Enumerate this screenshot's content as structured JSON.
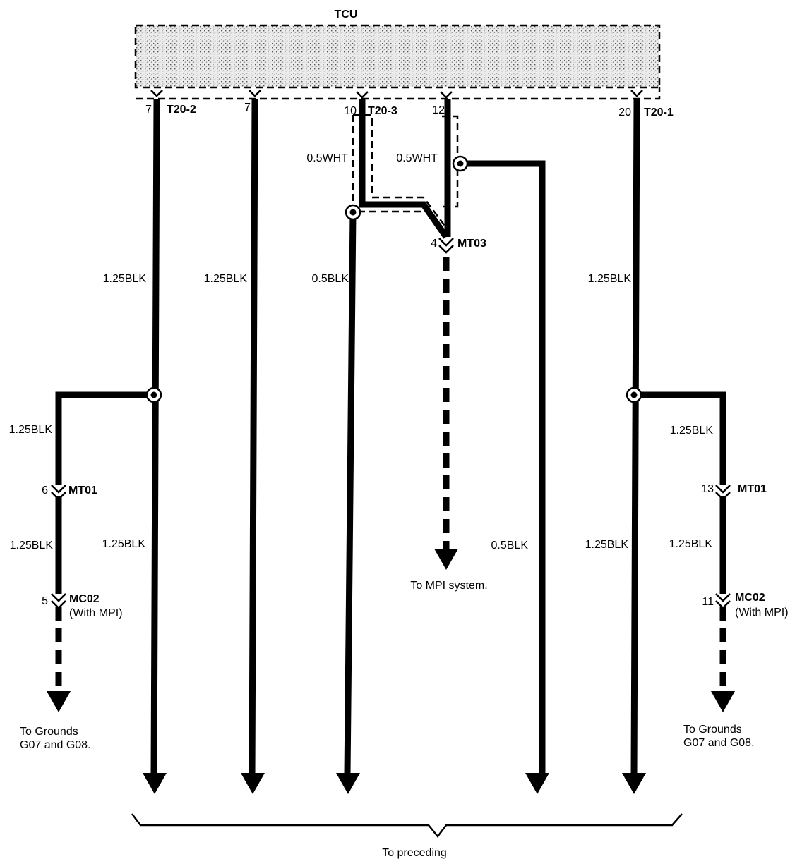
{
  "module": {
    "title": "TCU"
  },
  "pins": {
    "p1": {
      "number": "7",
      "connector": "T20-2"
    },
    "p2": {
      "number": "7"
    },
    "p3": {
      "number": "10",
      "connector": "T20-3"
    },
    "p4": {
      "number": "12"
    },
    "p5": {
      "number": "20",
      "connector": "T20-1"
    }
  },
  "wires": {
    "w1_upper": "1.25BLK",
    "w1_lower": "1.25BLK",
    "w2": "1.25BLK",
    "w3": "0.5BLK",
    "w3_shield": "0.5WHT",
    "w4_shield": "0.5WHT",
    "w4_lower": "0.5BLK",
    "w5_upper": "1.25BLK",
    "w5_lower": "1.25BLK",
    "left_branch_upper": "1.25BLK",
    "left_branch_lower": "1.25BLK",
    "right_branch_upper": "1.25BLK",
    "right_branch_lower": "1.25BLK"
  },
  "connectors": {
    "mt03": {
      "pin": "4",
      "name": "MT03"
    },
    "left_mt01": {
      "pin": "6",
      "name": "MT01"
    },
    "left_mc02": {
      "pin": "5",
      "name": "MC02",
      "note": "(With MPI)"
    },
    "right_mt01": {
      "pin": "13",
      "name": "MT01"
    },
    "right_mc02": {
      "pin": "11",
      "name": "MC02",
      "note": "(With MPI)"
    }
  },
  "destinations": {
    "mpi": "To MPI system.",
    "left_ground_line1": "To Grounds",
    "left_ground_line2": "G07 and G08.",
    "right_ground_line1": "To Grounds",
    "right_ground_line2": "G07 and G08.",
    "preceding": "To preceding"
  },
  "colors": {
    "wire": "#000000",
    "module_fill": "#e4e4e4",
    "background": "#ffffff"
  }
}
